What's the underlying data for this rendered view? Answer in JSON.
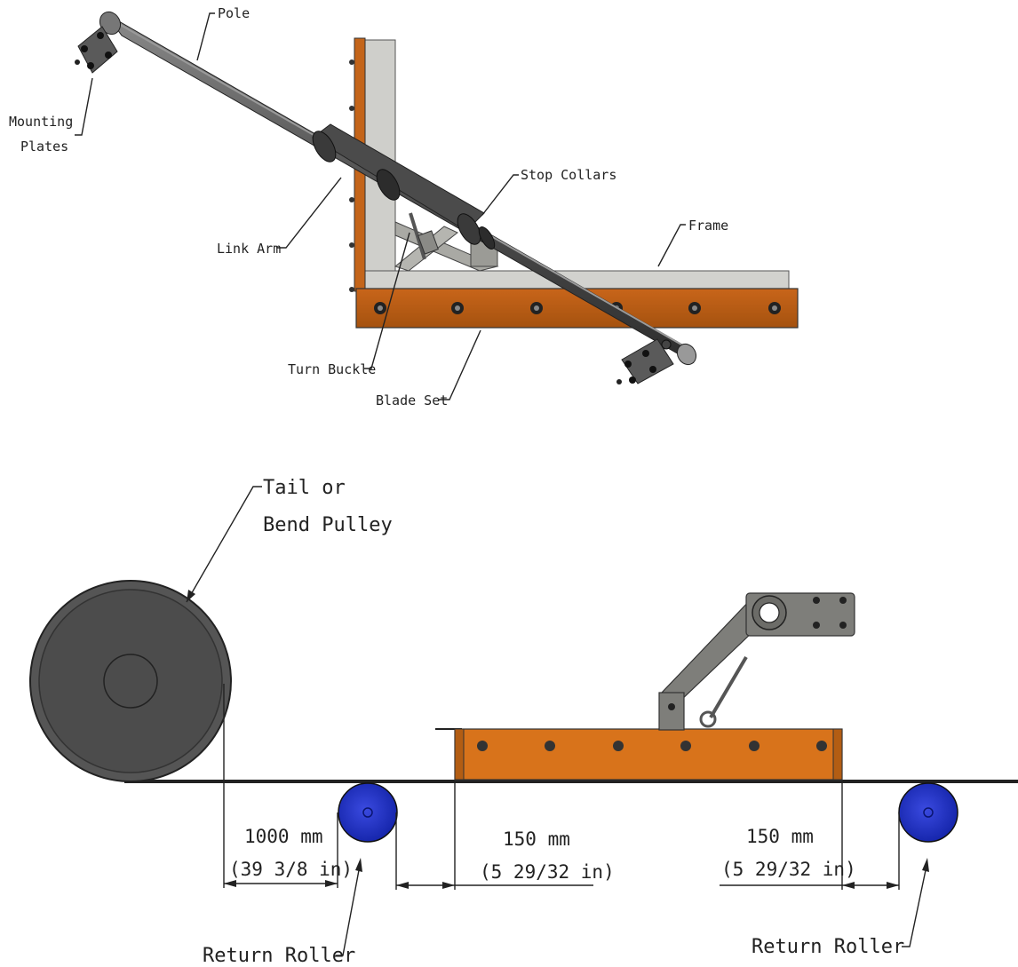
{
  "top_labels": {
    "pole": "Pole",
    "mounting": "Mounting",
    "plates": "Plates",
    "link_arm": "Link Arm",
    "stop_collars": "Stop Collars",
    "frame": "Frame",
    "turn_buckle": "Turn Buckle",
    "blade_set": "Blade Set"
  },
  "bottom_labels": {
    "tail_line1": "Tail or",
    "tail_line2": "Bend Pulley",
    "return_roller_left": "Return Roller",
    "return_roller_right": "Return Roller"
  },
  "dimensions": {
    "d1_mm": "1000 mm",
    "d1_in": "(39 3/8 in)",
    "d2_mm": "150 mm",
    "d2_in": "(5 29/32 in)",
    "d3_mm": "150 mm",
    "d3_in": "(5 29/32 in)"
  },
  "colors": {
    "blade_orange": "#d8731b",
    "frame_gray": "#c9c9c4",
    "pole_dark": "#4a4a4a",
    "roller_blue": "#1c2fc4"
  }
}
